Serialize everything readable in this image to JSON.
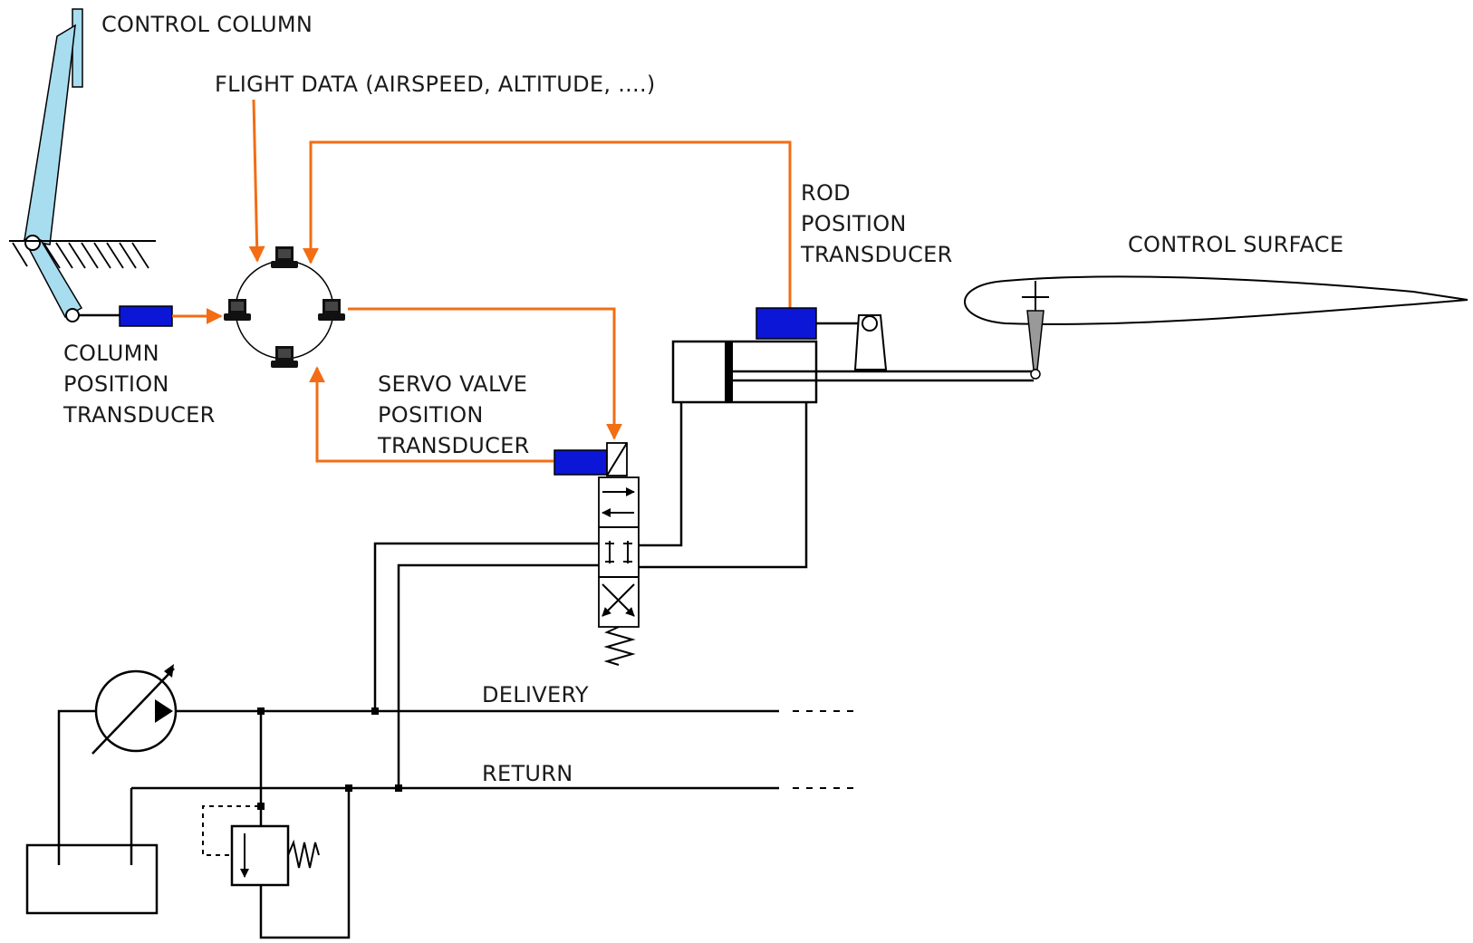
{
  "colors": {
    "signal_line": "#f26d14",
    "control_column": "#a8dcef",
    "transducer_body": "#0c16d6",
    "hydraulic_line": "#000000"
  },
  "labels": {
    "control_column": "CONTROL COLUMN",
    "flight_data": "FLIGHT DATA (AIRSPEED, ALTITUDE, ....)",
    "rod_position_transducer": "ROD\nPOSITION\nTRANSDUCER",
    "control_surface": "CONTROL SURFACE",
    "column_position_transducer": "COLUMN\nPOSITION\nTRANSDUCER",
    "servo_valve_position_transducer": "SERVO VALVE\nPOSITION\nTRANSDUCER",
    "delivery": "DELIVERY",
    "return": "RETURN"
  }
}
